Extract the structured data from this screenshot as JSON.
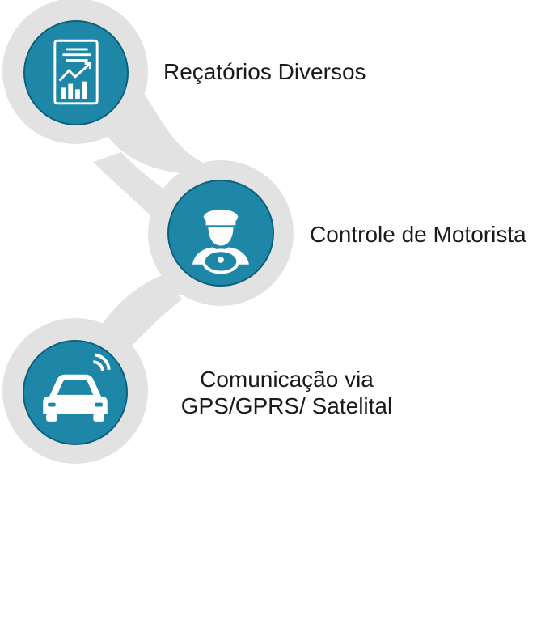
{
  "features": [
    {
      "icon": "report-chart-icon",
      "label": "Reçatórios Diversos"
    },
    {
      "icon": "driver-icon",
      "label": "Controle de Motorista"
    },
    {
      "icon": "connected-car-icon",
      "line1": "Comunicação via",
      "line2": "GPS/GPRS/ Satelital"
    }
  ],
  "colors": {
    "circle": "#1e87a8",
    "circle_border": "#0d5f7a",
    "connector": "#e2e2e2",
    "text": "#1a1a1a"
  }
}
